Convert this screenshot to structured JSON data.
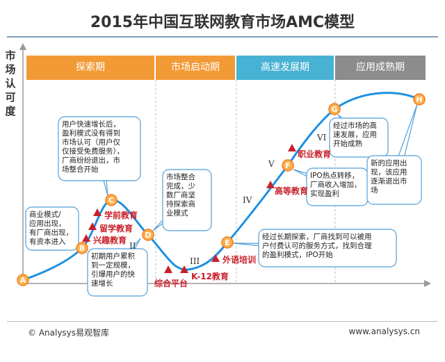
{
  "title": "2015年中国互联网教育市场AMC模型",
  "y_axis_label": "市场认可度",
  "phases": [
    {
      "label": "探索期",
      "color": "#f29a36"
    },
    {
      "label": "市场启动期",
      "color": "#f29a36"
    },
    {
      "label": "高速发展期",
      "color": "#48b2d4"
    },
    {
      "label": "应用成熟期",
      "color": "#8c8c8c"
    }
  ],
  "stage_numerals": [
    "II",
    "III",
    "IV",
    "V",
    "VI"
  ],
  "points": [
    "A",
    "B",
    "C",
    "D",
    "E",
    "F",
    "G",
    "H"
  ],
  "segments": [
    "学前教育",
    "留学教育",
    "兴趣教育",
    "综合平台",
    "K-12教育",
    "外语培训",
    "高等教育",
    "职业教育"
  ],
  "callouts": [
    "商业模式/应用出现，有厂商出现，有资本进入",
    "用户快速增长后，盈利模式没有得到市场认可（用户仅仅接受免费服务），厂商纷纷退出，市场整合开始",
    "初期用户累积到一定规模，引爆用户的快速增长",
    "市场整合完成，少数厂商坚持探索商业模式",
    "经过长期探索，厂商找到可以被用户付费认可的服务方式，找到合理的盈利模式，IPO开始",
    "IPO热点转移，厂商收入增加，实现盈利",
    "经过市场的高速发展，应用开始成熟",
    "新的应用出现，该应用逐渐退出市场"
  ],
  "colors": {
    "curve": "#1e90e0",
    "point_fill": "#fbb04a",
    "point_stroke": "#f47c20",
    "marker": "#c8202a",
    "callout_border": "#4f9fd8",
    "label_red": "#c8202a",
    "grid": "#bbbbbb"
  },
  "footer": {
    "left": "© Analysys易观智库",
    "right": "www.analysys.cn"
  }
}
